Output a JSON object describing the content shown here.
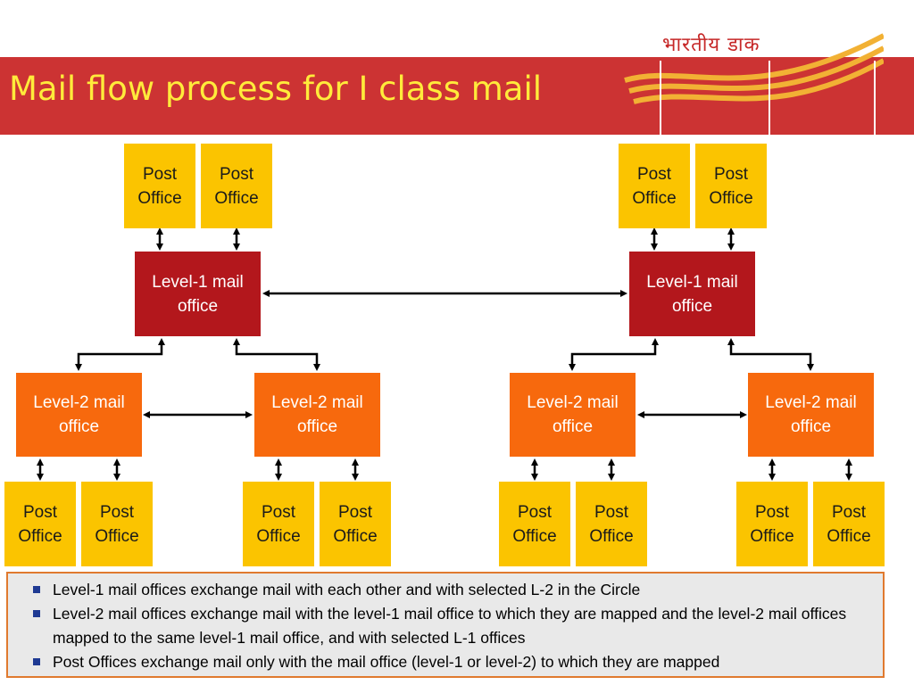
{
  "slide": {
    "title": "Mail flow process for I class mail",
    "logo_text": "भारतीय डाक"
  },
  "labels": {
    "post_office_line1": "Post",
    "post_office_line2": "Office",
    "level1_line1": "Level-1 mail",
    "level1_line2": "office",
    "level2_line1": "Level-2 mail",
    "level2_line2": "office"
  },
  "notes": [
    "Level-1 mail offices exchange mail with each other and with selected L-2 in the Circle",
    "Level-2 mail offices exchange mail with the level-1 mail office to which they are mapped and the level-2 mail offices mapped to the same level-1 mail office, and with selected L-1 offices",
    "Post Offices exchange mail only with the mail office (level-1 or level-2) to which they are mapped"
  ],
  "colors": {
    "header_band": "#cc3333",
    "title_text": "#ffeb3b",
    "post_office": "#fbc400",
    "level1": "#b3171c",
    "level2": "#f7690d",
    "notes_border": "#e07a2f",
    "notes_bg": "#e9e9e9"
  }
}
